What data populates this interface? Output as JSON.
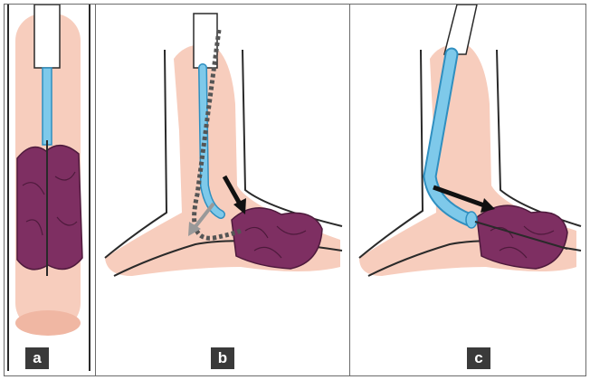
{
  "panels": [
    {
      "label": "a"
    },
    {
      "label": "b"
    },
    {
      "label": "c"
    }
  ],
  "colors": {
    "mucosa": "#f7cdbd",
    "mucosa_deep": "#f0b7a3",
    "tumor": "#7e2f62",
    "tumor_dark": "#4e1a3c",
    "catheter": "#7ec9ea",
    "catheter_dark": "#2f8fc0",
    "outline": "#2a2a2a"
  }
}
